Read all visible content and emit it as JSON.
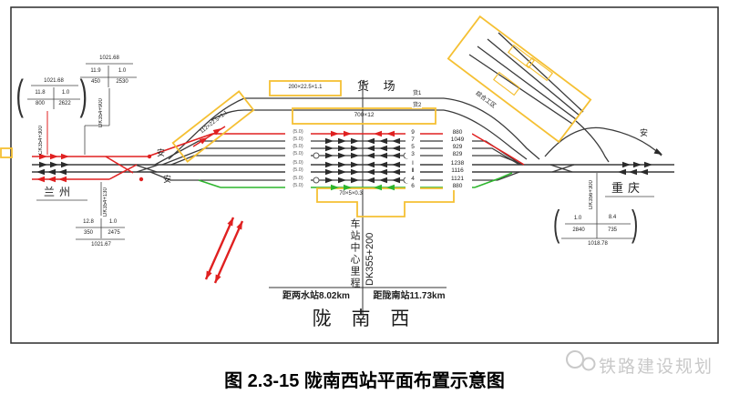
{
  "figure": {
    "caption": "图 2.3-15 陇南西站平面布置示意图",
    "watermark": "铁路建设规划"
  },
  "station": {
    "name": "陇 南 西",
    "center_line_label": "车站中心里程",
    "center_mileage": "DK355+200",
    "distance_left": "距两水站8.02km",
    "distance_right": "距陇南站11.73km"
  },
  "directions": {
    "left": "兰州",
    "right": "重庆"
  },
  "freight": {
    "title": "货 场",
    "siding1": "货1",
    "siding2": "货2"
  },
  "work_area_label": "综合工区",
  "safety_labels": {
    "left_upper": "安",
    "left_lower": "安",
    "right": "安"
  },
  "platforms": {
    "top": "200×22.5×1.1",
    "middle": "700×12",
    "left_rotated": "112×22.5×1.1",
    "bottom": "70×5×0.3"
  },
  "tracks": [
    {
      "id": "9",
      "length": "880",
      "spacing": "5.0"
    },
    {
      "id": "7",
      "length": "1049",
      "spacing": "5.0"
    },
    {
      "id": "5",
      "length": "929",
      "spacing": "5.0"
    },
    {
      "id": "3",
      "length": "829",
      "spacing": "5.0"
    },
    {
      "id": "Ⅰ",
      "length": "1238",
      "spacing": "5.0"
    },
    {
      "id": "Ⅱ",
      "length": "1116",
      "spacing": "5.0"
    },
    {
      "id": "4",
      "length": "1121",
      "spacing": "5.0"
    },
    {
      "id": "6",
      "length": "880",
      "spacing": "5.0"
    }
  ],
  "annotations": {
    "left_outer": {
      "elevation": "1021.68",
      "grade1": "11.8",
      "len1": "800",
      "grade2": "1.0",
      "len2": "2622",
      "mileage": "CK354+300"
    },
    "left_inner": {
      "elevation": "1021.68",
      "grade1": "11.9",
      "len1": "450",
      "grade2": "1.0",
      "len2": "2530",
      "mileage": "DK354+900"
    },
    "bottom_left": {
      "elevation": "1021.67",
      "grade1": "12.8",
      "len1": "350",
      "grade2": "1.0",
      "len2": "2475",
      "mileage": "DK354+130"
    },
    "right": {
      "elevation": "1018.78",
      "grade1": "1.0",
      "len1": "2840",
      "grade2": "8.4",
      "len2": "735",
      "mileage": "DK356+300"
    }
  },
  "colors": {
    "new_line_red": "#e02020",
    "new_line_green": "#2db52d",
    "platform_yellow": "#f5c033"
  }
}
